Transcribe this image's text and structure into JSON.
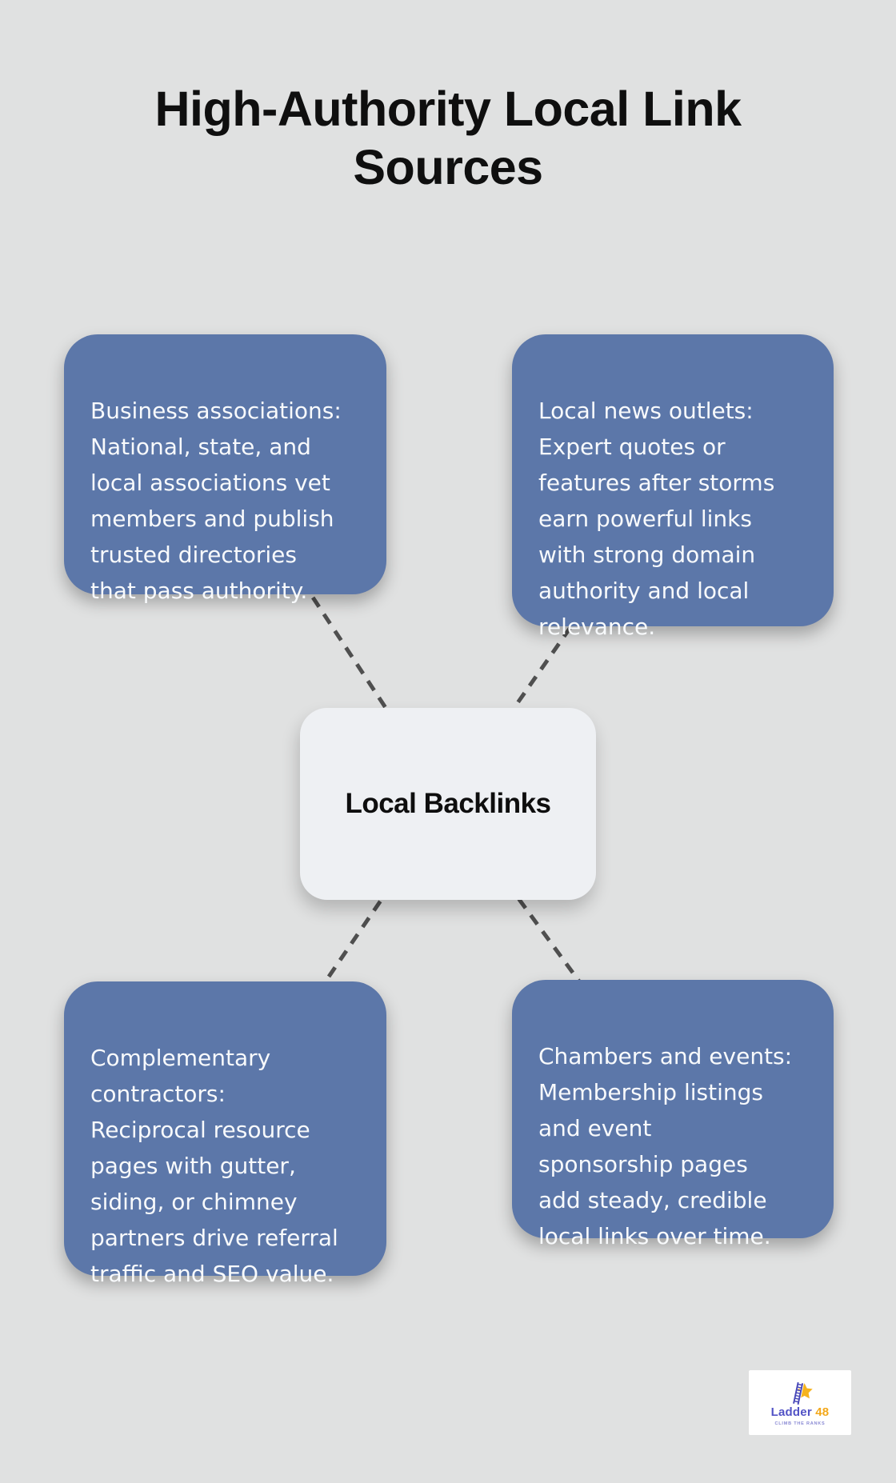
{
  "title": {
    "lines": [
      "High-Authority Local Link",
      "Sources"
    ]
  },
  "center_node": {
    "label": "Local Backlinks"
  },
  "nodes": [
    {
      "name": "business-associations",
      "lines": [
        "Business associations:",
        "National, state, and",
        "local associations vet",
        "members and publish",
        "trusted directories",
        "that pass authority."
      ]
    },
    {
      "name": "local-news-outlets",
      "lines": [
        "Local news outlets:",
        "Expert quotes or",
        "features after storms",
        "earn powerful links",
        "with strong domain",
        "authority and local",
        "relevance."
      ]
    },
    {
      "name": "complementary-contractors",
      "lines": [
        "Complementary",
        "contractors:",
        "Reciprocal resource",
        "pages with gutter,",
        "siding, or chimney",
        "partners drive referral",
        "traffic and SEO value."
      ]
    },
    {
      "name": "chambers-and-events",
      "lines": [
        "Chambers and events:",
        "Membership listings",
        "and event",
        "sponsorship pages",
        "add steady, credible",
        "local links over time."
      ]
    }
  ],
  "logo": {
    "brand": "Ladder",
    "number": "48",
    "tagline": "CLIMB THE RANKS"
  },
  "colors": {
    "background": "#e0e1e1",
    "node_blue": "#5c77a9",
    "node_text": "#f8fafc",
    "center_bg": "#eef0f3",
    "connector_gray": "#4f4f4f",
    "title_text": "#0f0f0f",
    "logo_brand": "#5253c6",
    "logo_accent": "#f3a81b",
    "logo_tagline": "#8a8ad4"
  }
}
